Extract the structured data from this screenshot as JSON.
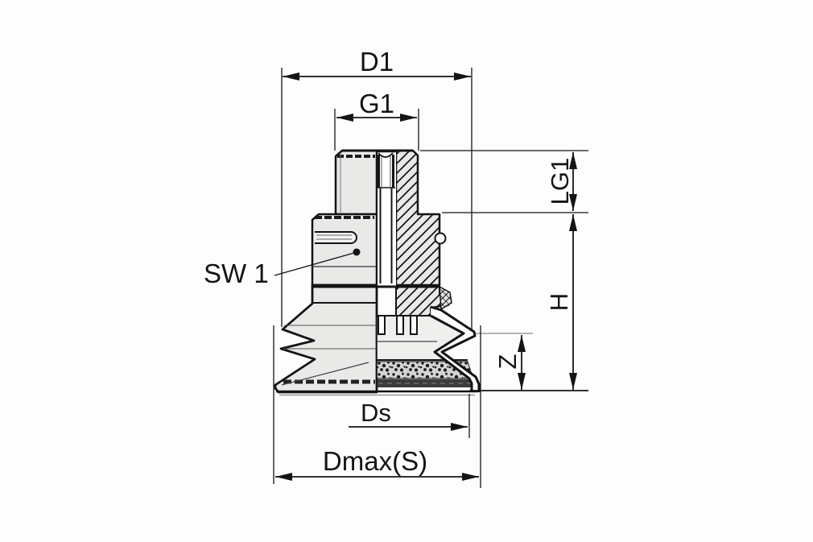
{
  "drawing": {
    "kind": "technical cross-section drawing of a bellows vacuum suction cup with fitting"
  },
  "colors": {
    "background": "#fdfdfd",
    "line": "#141414",
    "part_fill": "#e9e9e8",
    "bore_fill": "#ffffff",
    "foam_fill": "#d4d4d2",
    "dark_band": "#3b3b3b"
  },
  "labels": {
    "d1": "D1",
    "g1": "G1",
    "lg1": "LG1",
    "sw1": "SW 1",
    "h": "H",
    "z": "Z",
    "ds": "Ds",
    "dmax_s": "Dmax(S)"
  }
}
